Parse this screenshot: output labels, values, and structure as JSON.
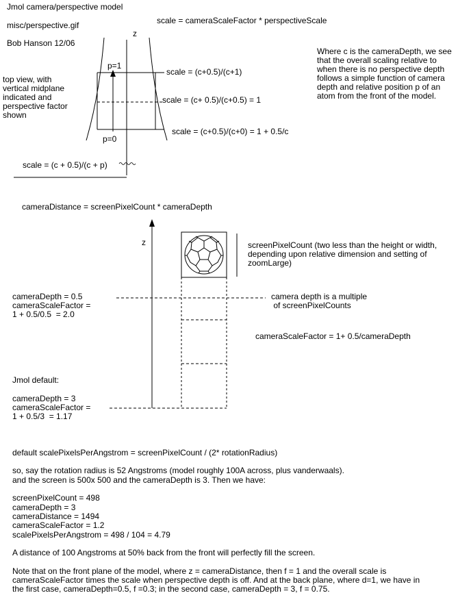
{
  "header": {
    "title": "Jmol camera/perspective model",
    "filename": "misc/perspective.gif",
    "author": "Bob Hanson 12/06"
  },
  "top_diagram": {
    "scale_formula": "scale = cameraScaleFactor * perspectiveScale",
    "z_label": "z",
    "p1_label": "p=1",
    "p0_label": "p=0",
    "side_note": "top view, with\nvertical midplane\nindicated and\nperspective factor\nshown",
    "scale_p1": "scale = (c+0.5)/(c+1)",
    "scale_mid": "scale = (c+ 0.5)/(c+0.5) = 1",
    "scale_p0": "scale = (c+0.5)/(c+0) = 1 + 0.5/c",
    "scale_general": "scale = (c + 0.5)/(c + p)",
    "explanation": "Where c is the cameraDepth, we see\nthat the overall scaling relative to\nwhen there is no perspective depth\nfollows a simple function of camera\ndepth and relative position p of an\natom from the front of the model."
  },
  "middle_diagram": {
    "camera_distance": "cameraDistance = screenPixelCount * cameraDepth",
    "z_label": "z",
    "screen_pixel_note": "screenPixelCount (two less than the height or width,\ndepending upon relative dimension and setting of\nzoomLarge)",
    "depth_half": "cameraDepth = 0.5\ncameraScaleFactor =\n1 + 0.5/0.5  = 2.0",
    "multiple_note": "camera depth is a multiple\n of screenPixelCounts",
    "factor_formula": "cameraScaleFactor = 1+ 0.5/cameraDepth",
    "default_label": "Jmol default:",
    "depth_three": "cameraDepth = 3\ncameraScaleFactor =\n1 + 0.5/3  = 1.17"
  },
  "bottom_text": {
    "l1": "default scalePixelsPerAngstrom = screenPixelCount / (2* rotationRadius)",
    "l2": "so, say the rotation radius is 52 Angstroms (model roughly 100A across, plus vanderwaals).",
    "l3": "and the screen is 500x 500 and the cameraDepth is 3. Then we have:",
    "l4": "screenPixelCount = 498",
    "l5": "cameraDepth = 3",
    "l6": "cameraDistance = 1494",
    "l7": "cameraScaleFactor = 1.2",
    "l8": "scalePixelsPerAngstrom = 498 / 104 = 4.79",
    "l9": "A distance of 100 Angstroms at 50% back from the front will perfectly fill the screen.",
    "l10": "Note that on the front plane of the model, where z = cameraDistance, then f = 1 and the overall scale is",
    "l11": "cameraScaleFactor times the scale when perspective depth is off. And at the back plane, where d=1, we have in",
    "l12": "the first case, cameraDepth=0.5, f =0.3; in the second case, cameraDepth = 3, f = 0.75."
  }
}
